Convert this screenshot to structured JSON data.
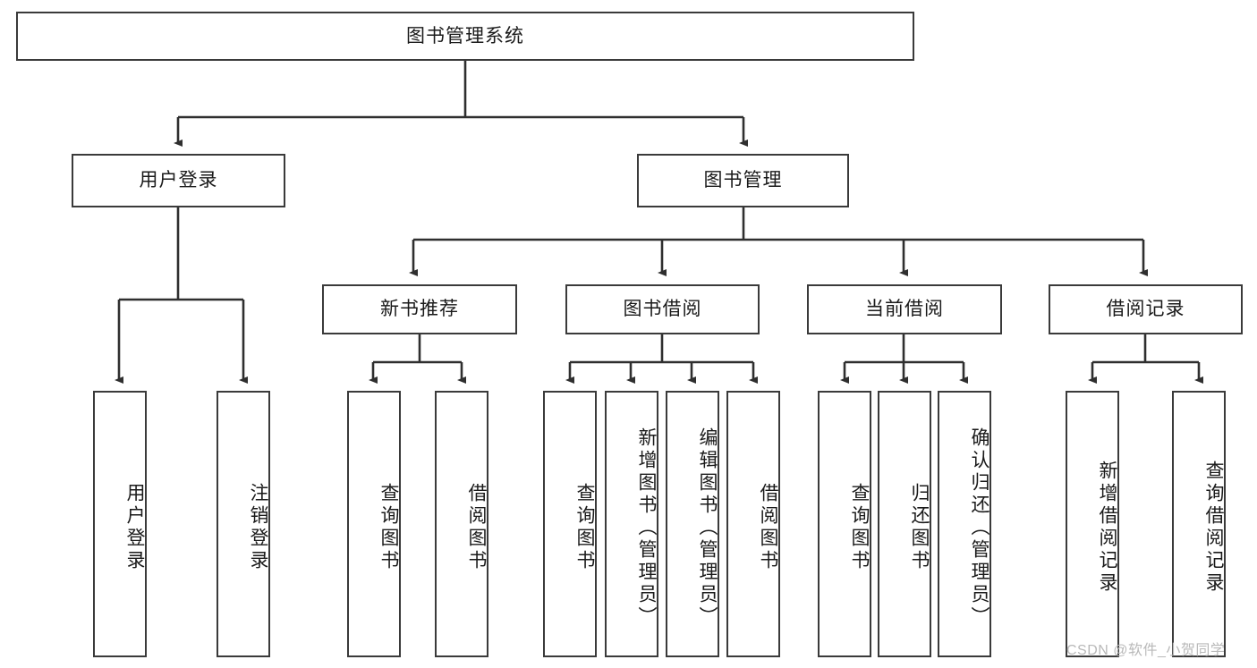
{
  "diagram": {
    "title_node": {
      "label": "图书管理系统"
    },
    "level1": [
      {
        "label": "用户登录"
      },
      {
        "label": "图书管理"
      }
    ],
    "level2": [
      {
        "label": "新书推荐"
      },
      {
        "label": "图书借阅"
      },
      {
        "label": "当前借阅"
      },
      {
        "label": "借阅记录"
      }
    ],
    "leaves": {
      "user_login": [
        {
          "label": "用户登录"
        },
        {
          "label": "注销登录"
        }
      ],
      "new_book_recommend": [
        {
          "label": "查询图书"
        },
        {
          "label": "借阅图书"
        }
      ],
      "book_borrow": [
        {
          "label": "查询图书"
        },
        {
          "label": "新增图书（管理员）"
        },
        {
          "label": "编辑图书（管理员）"
        },
        {
          "label": "借阅图书"
        }
      ],
      "current_borrow": [
        {
          "label": "查询图书"
        },
        {
          "label": "归还图书"
        },
        {
          "label": "确认归还（管理员）"
        }
      ],
      "borrow_record": [
        {
          "label": "新增借阅记录"
        },
        {
          "label": "查询借阅记录"
        }
      ]
    },
    "watermark": {
      "text": "CSDN @软件_小贺同学"
    },
    "colors": {
      "border": "#3a3a3a",
      "background": "#ffffff",
      "text": "#1a1a1a",
      "watermark": "#b9b9b9"
    }
  }
}
